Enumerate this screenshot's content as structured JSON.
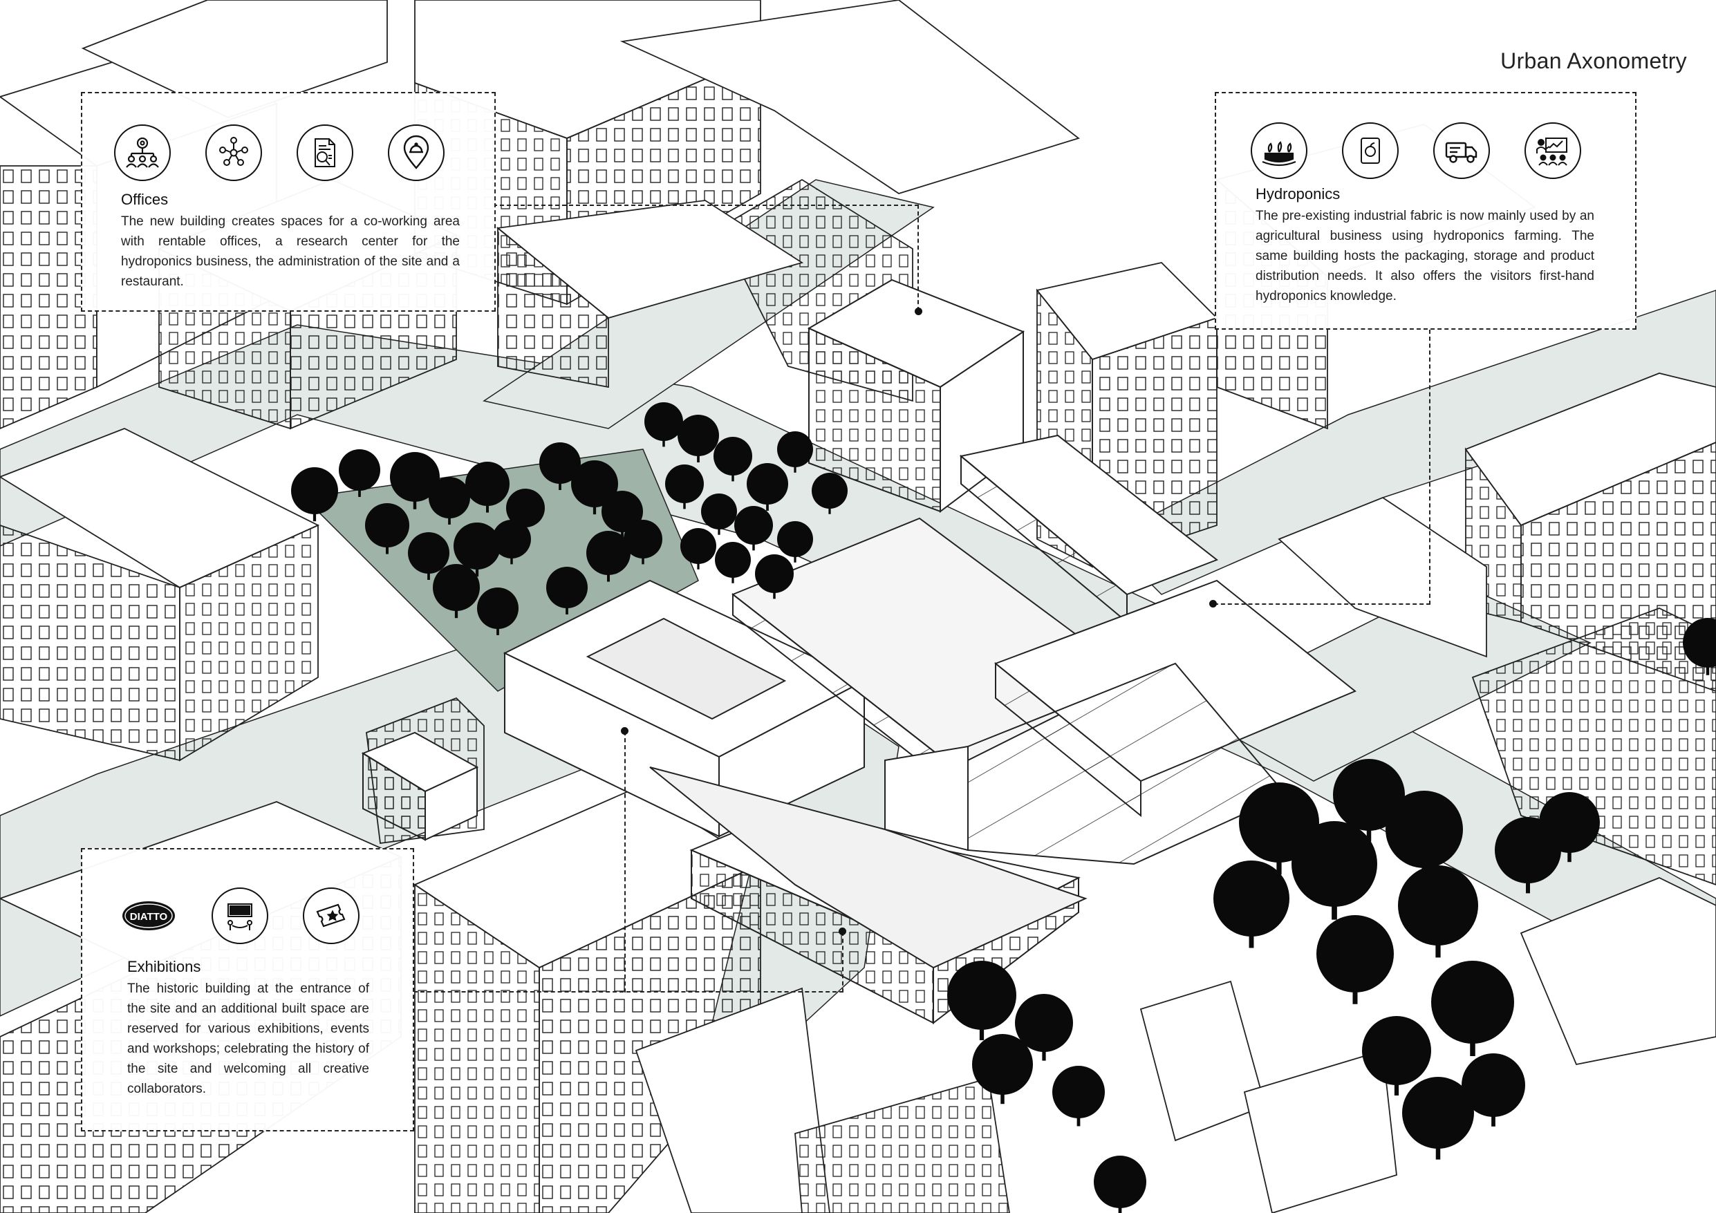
{
  "title": "Urban Axonometry",
  "colors": {
    "line": "#222222",
    "road": "#e2e9e6",
    "park": "#9fb3a8",
    "courtyard": "#ececec",
    "tree": "#0a0a0a"
  },
  "panels": {
    "offices": {
      "heading": "Offices",
      "text": "The new building creates spaces for a co-working area with rentable offices, a research center for the hydroponics business, the administration of the site and a restaurant.",
      "icons": [
        "coworking-team-icon",
        "network-people-icon",
        "research-document-icon",
        "restaurant-location-icon"
      ]
    },
    "hydroponics": {
      "heading": "Hydroponics",
      "text": "The pre-existing industrial fabric is now mainly used by an agricultural business using hydroponics farming. The same building hosts the packaging, storage and product distribution needs. It also offers the visitors first-hand hydroponics knowledge.",
      "icons": [
        "hydroponic-tray-icon",
        "produce-package-icon",
        "delivery-truck-icon",
        "presentation-audience-icon"
      ]
    },
    "exhibitions": {
      "heading": "Exhibitions",
      "text": "The historic building at the entrance of the site and an additional built space are reserved for various exhibitions, events and workshops; celebrating the history of the site and welcoming all creative collaborators.",
      "logo_text": "DIATTO",
      "icons": [
        "diatto-logo-icon",
        "exhibition-screen-icon",
        "event-ticket-icon"
      ]
    }
  }
}
